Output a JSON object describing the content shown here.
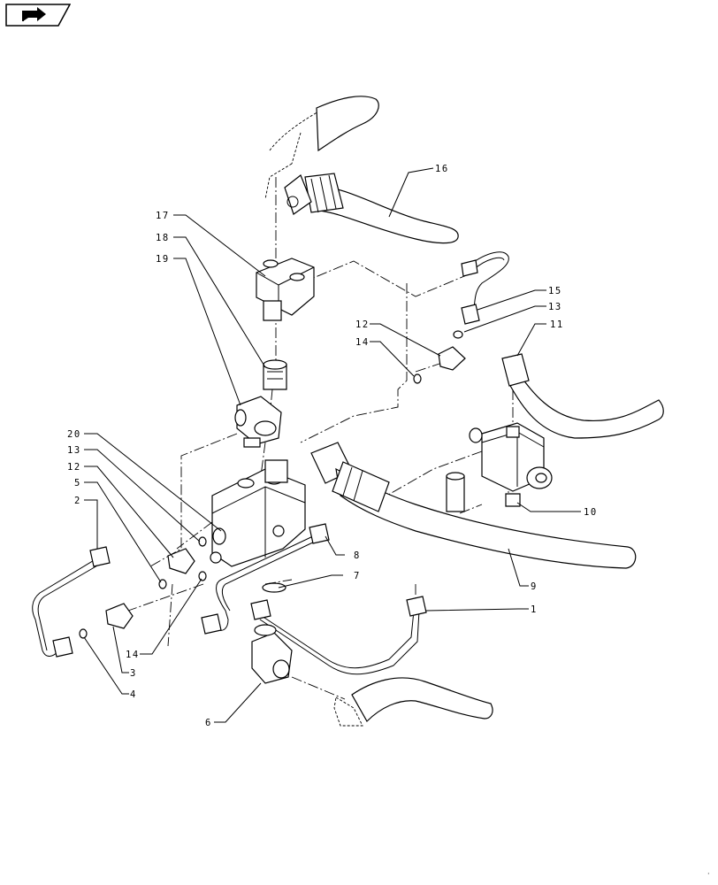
{
  "nav": {
    "icon": "return-arrow-icon"
  },
  "callouts": [
    {
      "id": "c1",
      "label": "1"
    },
    {
      "id": "c2",
      "label": "2"
    },
    {
      "id": "c3",
      "label": "3"
    },
    {
      "id": "c4",
      "label": "4"
    },
    {
      "id": "c5",
      "label": "5"
    },
    {
      "id": "c6",
      "label": "6"
    },
    {
      "id": "c7",
      "label": "7"
    },
    {
      "id": "c8",
      "label": "8"
    },
    {
      "id": "c9",
      "label": "9"
    },
    {
      "id": "c10",
      "label": "10"
    },
    {
      "id": "c11",
      "label": "11"
    },
    {
      "id": "c12a",
      "label": "12"
    },
    {
      "id": "c12b",
      "label": "12"
    },
    {
      "id": "c13a",
      "label": "13"
    },
    {
      "id": "c13b",
      "label": "13"
    },
    {
      "id": "c14a",
      "label": "14"
    },
    {
      "id": "c14b",
      "label": "14"
    },
    {
      "id": "c15",
      "label": "15"
    },
    {
      "id": "c16",
      "label": "16"
    },
    {
      "id": "c17",
      "label": "17"
    },
    {
      "id": "c18",
      "label": "18"
    },
    {
      "id": "c19",
      "label": "19"
    },
    {
      "id": "c20",
      "label": "20"
    }
  ]
}
